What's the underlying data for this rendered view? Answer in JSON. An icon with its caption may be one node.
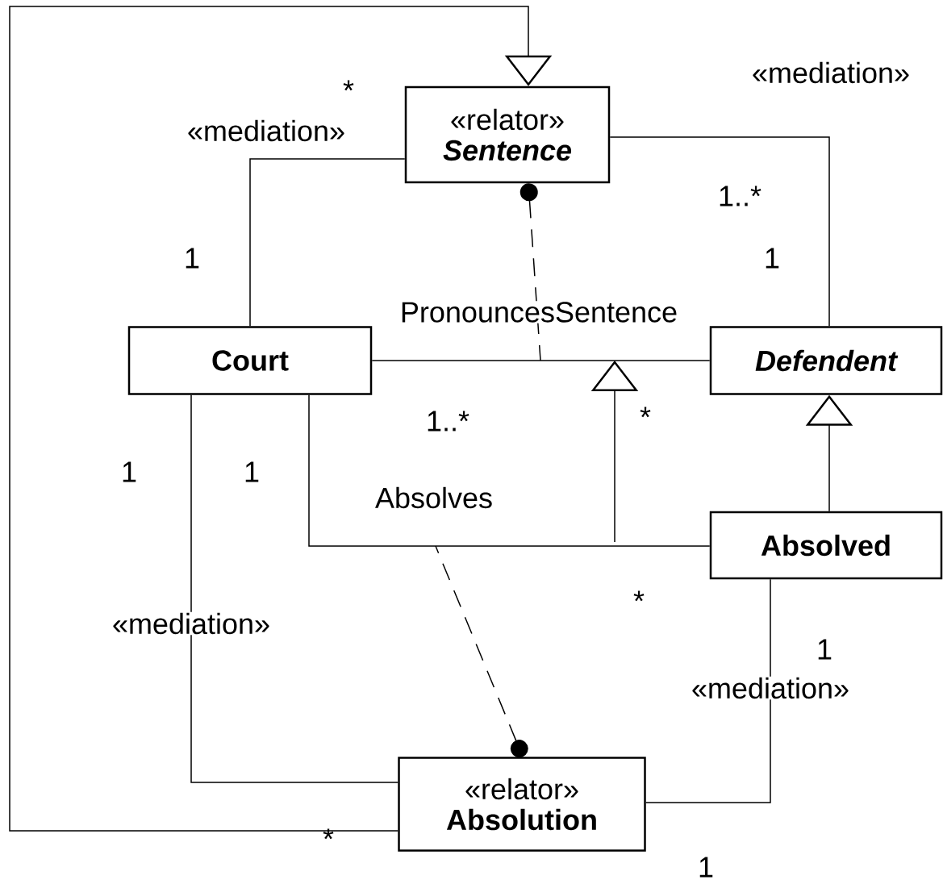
{
  "diagram": {
    "nodes": [
      {
        "text": [
          "«relator»",
          "Sentence"
        ]
      },
      {
        "text": [
          "Court"
        ]
      },
      {
        "text": [
          "Defendent"
        ]
      },
      {
        "text": [
          "Absolved"
        ]
      },
      {
        "text": [
          "«relator»",
          "Absolution"
        ]
      }
    ],
    "edges": [
      {
        "from": 0,
        "to": 1,
        "arrow": "none",
        "label": "«mediation»"
      },
      {
        "from": 0,
        "to": 2,
        "arrow": "none",
        "label": "«mediation»"
      },
      {
        "from": 1,
        "to": 2,
        "arrow": "none",
        "label": "PronouncesSentence"
      },
      {
        "from": 4,
        "to": 0,
        "arrow": "to"
      },
      {
        "from": 3,
        "to": 2,
        "arrow": "to"
      },
      {
        "from": 1,
        "to": 3,
        "arrow": "none",
        "label": "Absolves"
      },
      {
        "from": 1,
        "to": 4,
        "arrow": "none",
        "label": "«mediation»"
      },
      {
        "from": 3,
        "to": 4,
        "arrow": "none",
        "label": "«mediation»"
      },
      {
        "from": 0,
        "to": null,
        "arrow": "other",
        "style": "dashed"
      },
      {
        "from": 4,
        "to": null,
        "arrow": "other",
        "style": "dashed"
      }
    ],
    "labels": [
      "*",
      "1..*",
      "1",
      "1",
      "1..*",
      "*",
      "1",
      "1",
      "*",
      "1",
      "*",
      "1"
    ]
  }
}
